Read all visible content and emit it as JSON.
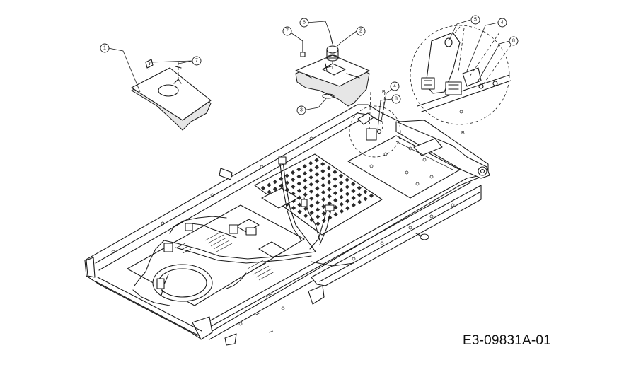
{
  "drawing_code": "E3-09831A-01",
  "detail_labels": [
    "B",
    "B"
  ],
  "callouts": [
    {
      "id": "c1",
      "label": "1"
    },
    {
      "id": "c7a",
      "label": "7"
    },
    {
      "id": "c7b",
      "label": "7"
    },
    {
      "id": "c6",
      "label": "6"
    },
    {
      "id": "c2",
      "label": "2"
    },
    {
      "id": "c3",
      "label": "3"
    },
    {
      "id": "c4a",
      "label": "4"
    },
    {
      "id": "c8a",
      "label": "8"
    },
    {
      "id": "c5",
      "label": "5"
    },
    {
      "id": "c4b",
      "label": "4"
    },
    {
      "id": "c8b",
      "label": "8"
    }
  ]
}
